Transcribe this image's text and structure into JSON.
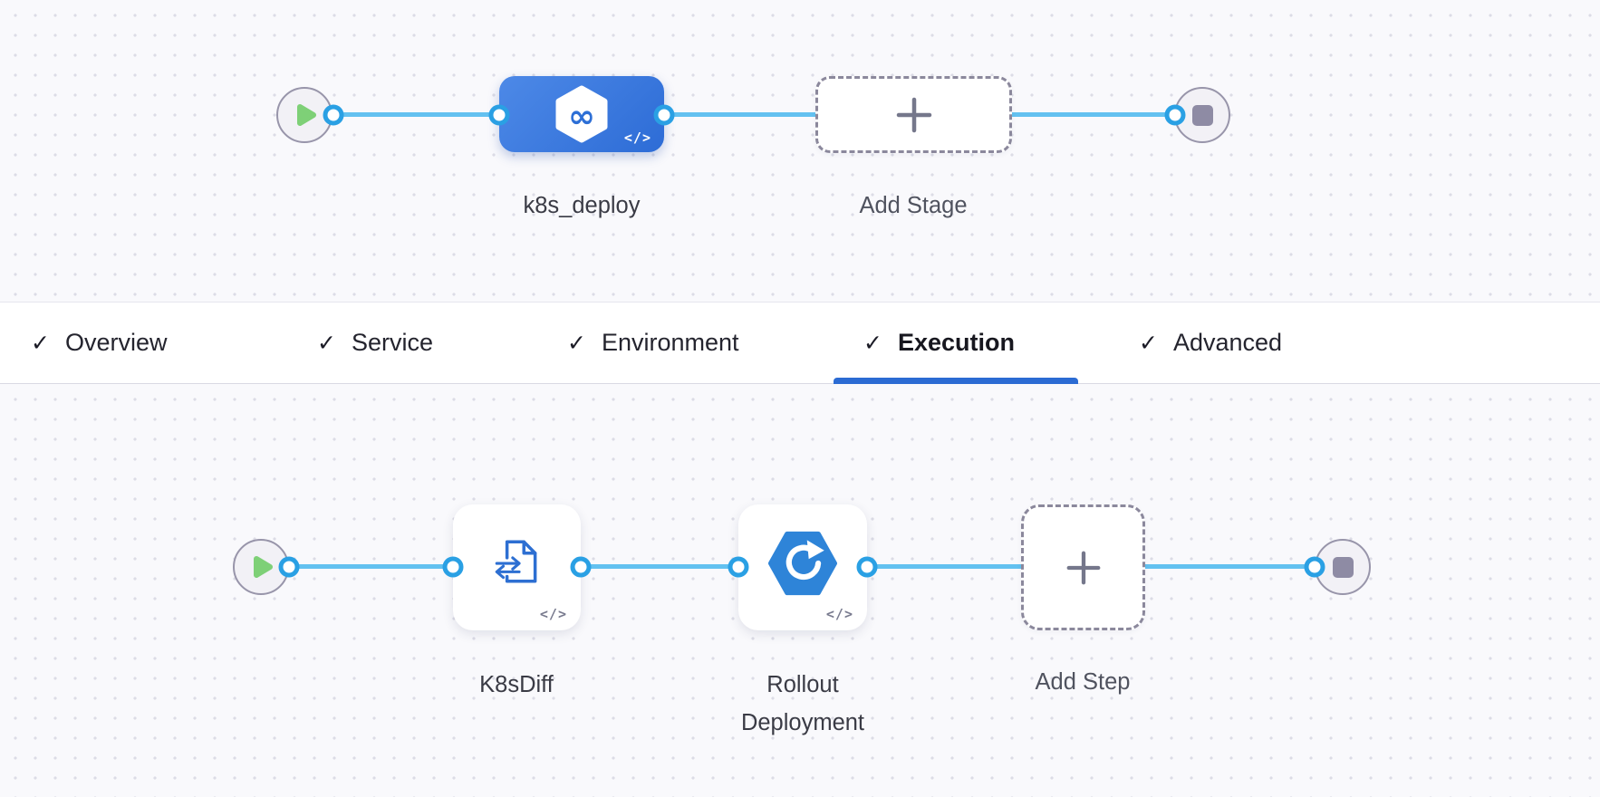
{
  "stage_row": {
    "stage": {
      "label": "k8s_deploy",
      "code_glyph": "</>",
      "infinity_glyph": "∞"
    },
    "add_stage": {
      "label": "Add Stage"
    }
  },
  "tabs": {
    "check_glyph": "✓",
    "items": [
      {
        "label": "Overview",
        "checked": true,
        "active": false
      },
      {
        "label": "Service",
        "checked": true,
        "active": false
      },
      {
        "label": "Environment",
        "checked": true,
        "active": false
      },
      {
        "label": "Execution",
        "checked": true,
        "active": true
      },
      {
        "label": "Advanced",
        "checked": true,
        "active": false
      }
    ]
  },
  "execution_row": {
    "steps": [
      {
        "label": "K8sDiff",
        "code_glyph": "</>"
      },
      {
        "label": "Rollout Deployment",
        "code_glyph": "</>"
      }
    ],
    "add_step": {
      "label": "Add Step"
    }
  },
  "colors": {
    "edge": "#63c1f0",
    "port_ring": "#2aa0e4",
    "stage_gradient_start": "#4d89e7",
    "stage_gradient_end": "#2d6cd6",
    "accent_blue": "#2d6fd6",
    "tab_underline": "#2b6bd3",
    "play_green": "#7ed077",
    "stop_gray": "#8e8ba4"
  }
}
